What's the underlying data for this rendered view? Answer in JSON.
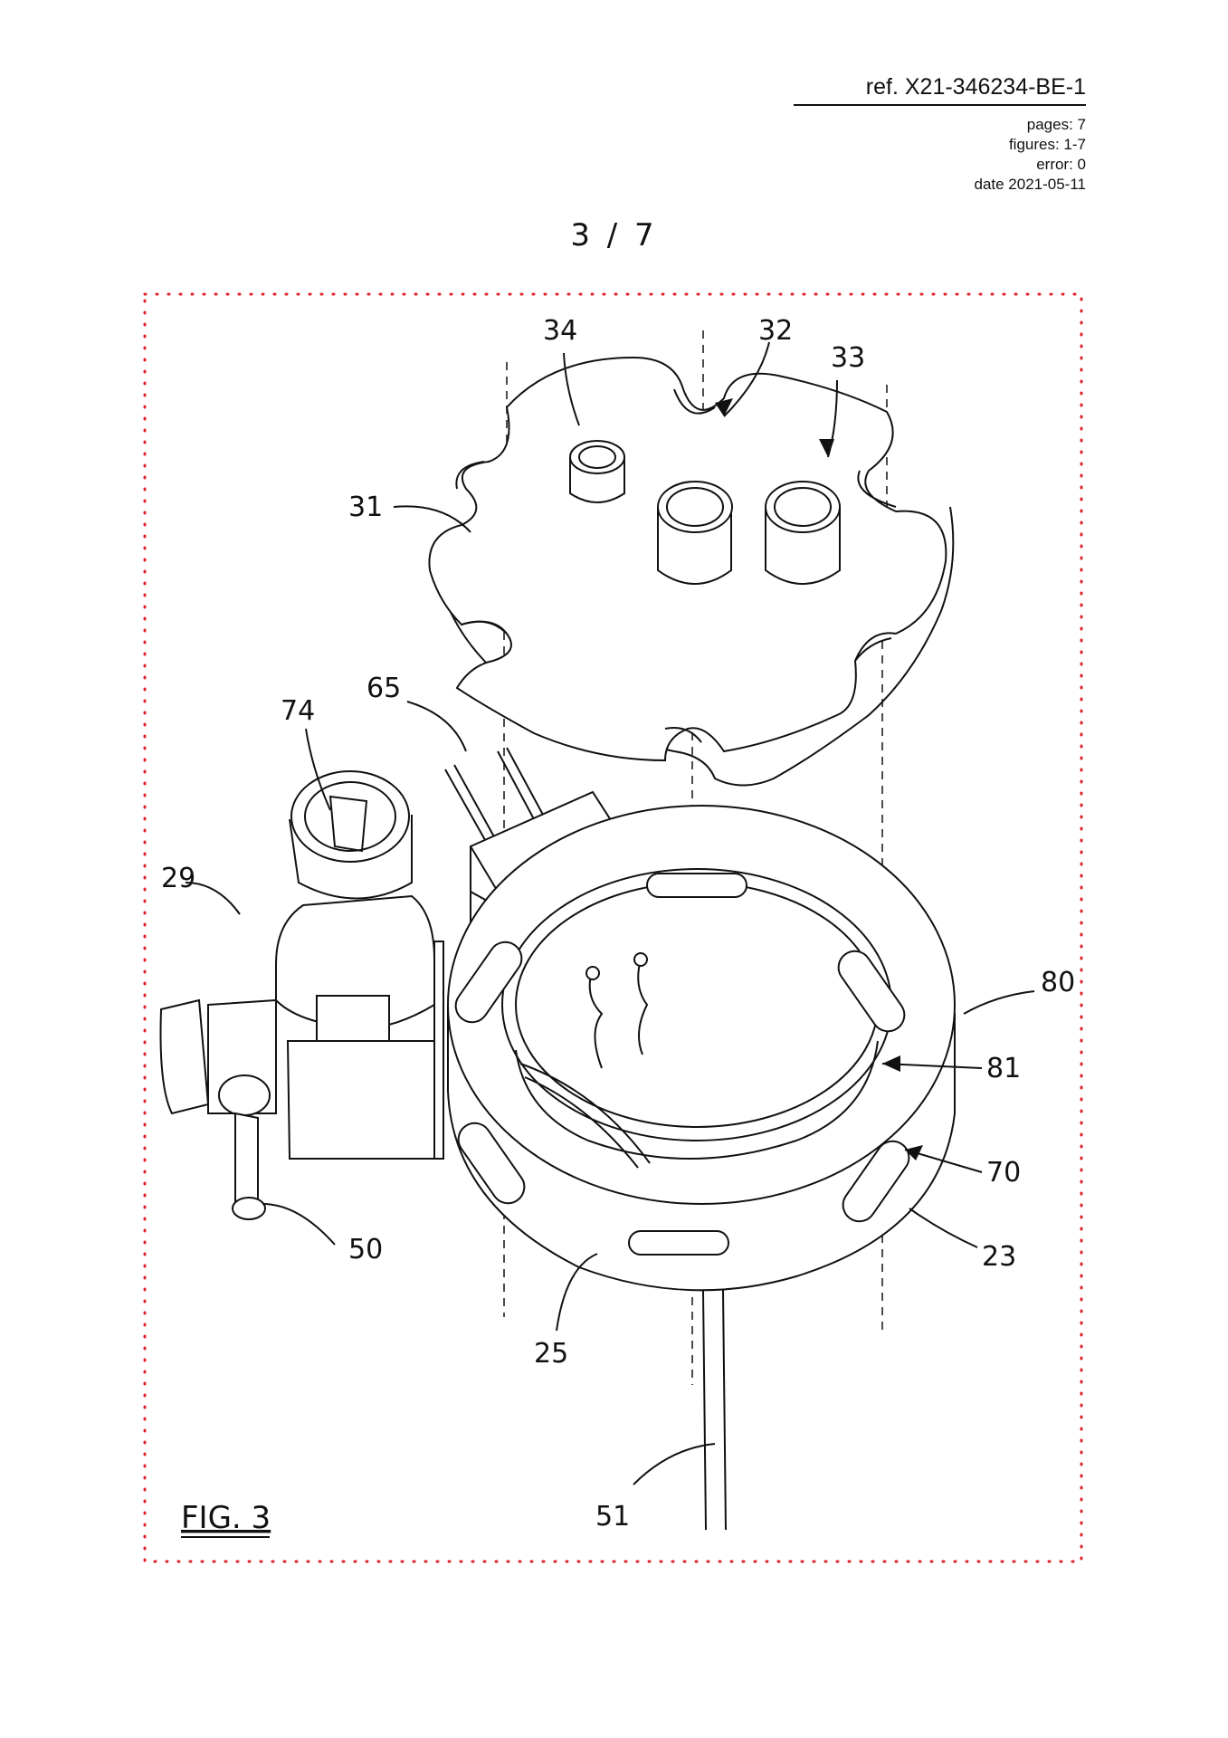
{
  "header": {
    "ref": "ref. X21-346234-BE-1",
    "pages": "pages: 7",
    "figures": "figures: 1-7",
    "error": "error: 0",
    "date": "date 2021-05-11"
  },
  "page_number": "3 / 7",
  "figure": {
    "caption": "FIG. 3",
    "frame_color": "#e0202a",
    "reference_numerals": [
      "34",
      "32",
      "33",
      "31",
      "65",
      "74",
      "29",
      "80",
      "81",
      "70",
      "23",
      "50",
      "25",
      "51"
    ]
  }
}
